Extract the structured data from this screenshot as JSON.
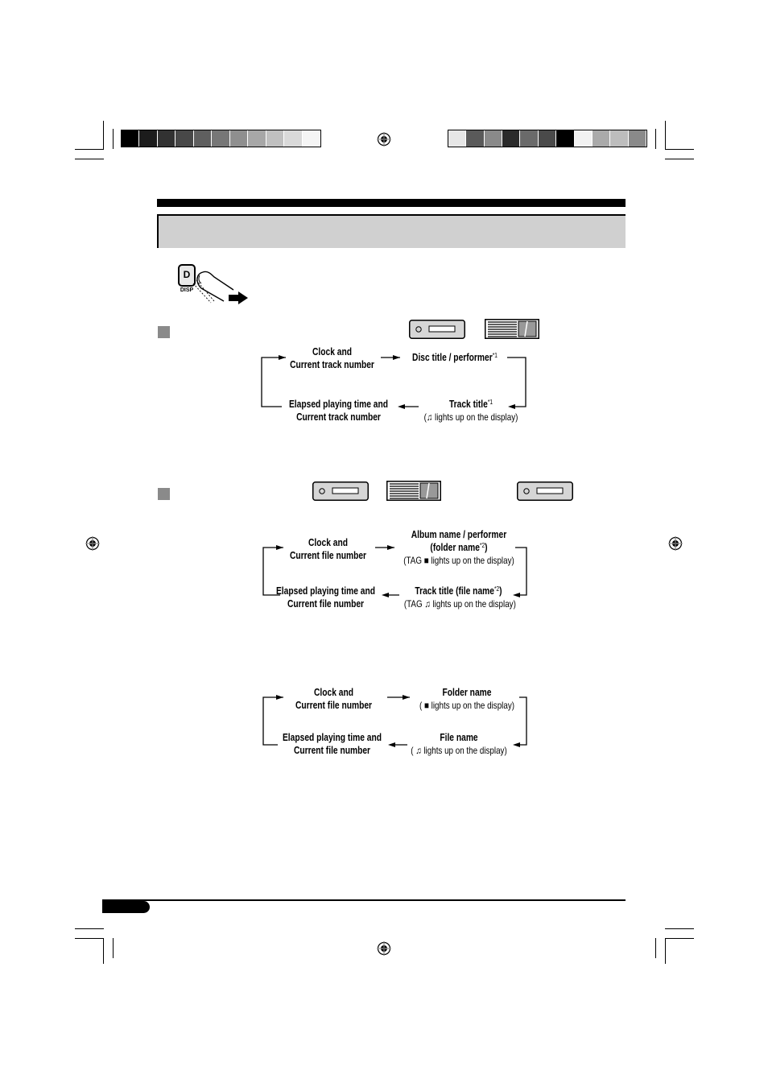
{
  "color_bars": {
    "left": [
      "#000000",
      "#1c1c1c",
      "#323232",
      "#484848",
      "#5f5f5f",
      "#777777",
      "#8f8f8f",
      "#a7a7a7",
      "#c0c0c0",
      "#d9d9d9",
      "#f5f5f5"
    ],
    "right": [
      "#e6e6e6",
      "#5a5a5a",
      "#8a8a8a",
      "#2a2a2a",
      "#6a6a6a",
      "#4a4a4a",
      "#000000",
      "#f2f2f2",
      "#aaaaaa",
      "#bdbdbd",
      "#8a8a8a"
    ]
  },
  "disp_button": {
    "key_label": "D",
    "sub_label": "DISP"
  },
  "flow1": {
    "clock": [
      "Clock and",
      "Current track number"
    ],
    "disc": "Disc title / performer",
    "disc_note": "*1",
    "elapsed": [
      "Elapsed playing time and",
      "Current track number"
    ],
    "track": "Track title",
    "track_note": "*1",
    "track_sub_open": "(",
    "track_sub_rest": "lights up on the display)"
  },
  "flow2": {
    "clock": [
      "Clock and",
      "Current file number"
    ],
    "album": "Album name / performer",
    "album_sub": "(folder name",
    "album_note": "*2",
    "album_close": ")",
    "album_tag_prefix": "(TAG",
    "album_tag_rest": "lights up on the display)",
    "elapsed": [
      "Elapsed playing time and",
      "Current file number"
    ],
    "track": "Track title (file name",
    "track_note": "*2",
    "track_close": ")",
    "track_tag_prefix": "(TAG",
    "track_tag_rest": "lights up on the display)"
  },
  "flow3": {
    "clock": [
      "Clock and",
      "Current file number"
    ],
    "folder": "Folder name",
    "folder_sub_open": "(",
    "folder_sub_rest": "lights up on the display)",
    "elapsed": [
      "Elapsed playing time and",
      "Current file number"
    ],
    "file": "File name",
    "file_sub_open": "(",
    "file_sub_rest": "lights up on the display)"
  },
  "icons": [
    "registration-mark-icon",
    "finger-press-icon",
    "arrow-right-icon",
    "note-icon",
    "folder-icon",
    "display-unit-icon"
  ]
}
